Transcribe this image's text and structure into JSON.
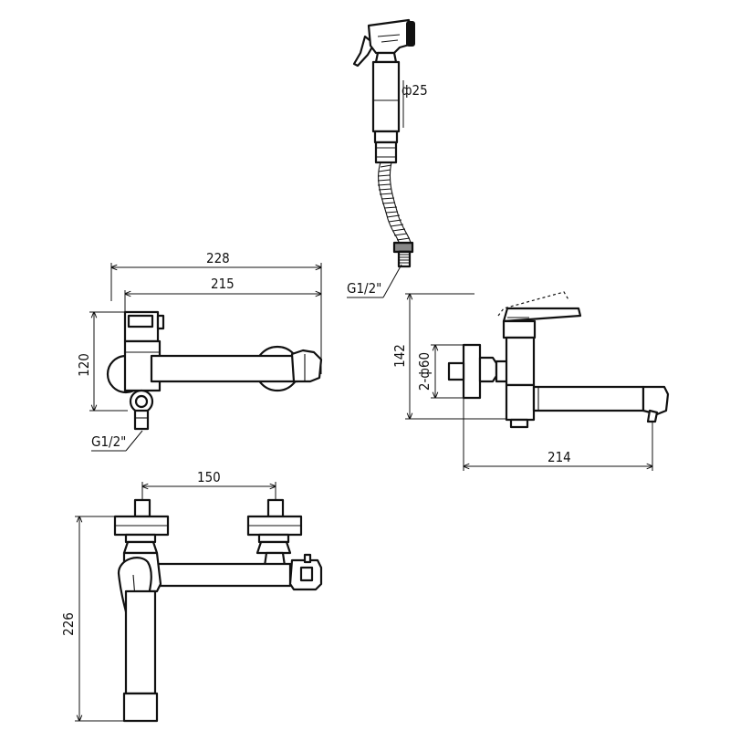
{
  "dimensions": {
    "head_diameter": "ф25",
    "thread_top": "G1/2\"",
    "total_length": "228",
    "spout_length": "215",
    "height_side": "120",
    "thread_side": "G1/2\"",
    "height_front": "142",
    "flange": "2-ф60",
    "reach": "214",
    "spacing": "150",
    "height_bottom": "226"
  },
  "colors": {
    "line": "#111111",
    "background": "#ffffff"
  }
}
